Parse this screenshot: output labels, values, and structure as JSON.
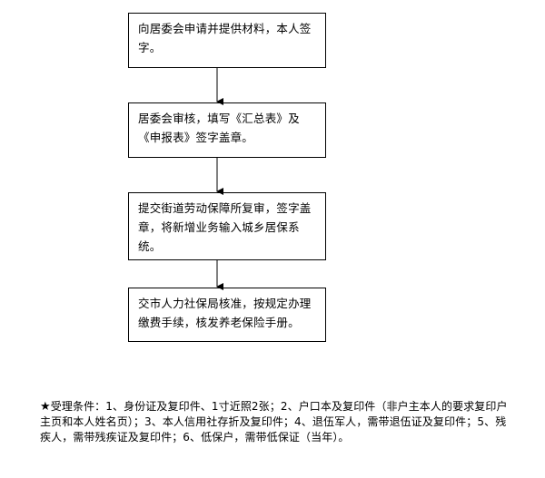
{
  "flowchart": {
    "steps": [
      {
        "text": "向居委会申请并提供材料，本人签字。"
      },
      {
        "text": "居委会审核，填写《汇总表》及《申报表》签字盖章。"
      },
      {
        "text": "提交街道劳动保障所复审，签字盖章，将新增业务输入城乡居保系统。"
      },
      {
        "text": "交市人力社保局核准，按规定办理缴费手续，核发养老保险手册。"
      }
    ]
  },
  "note": {
    "star": "★",
    "text": "受理条件：1、身份证及复印件、1寸近照2张；2、户口本及复印件（非户主本人的要求复印户主页和本人姓名页）；3、本人信用社存折及复印件；4、退伍军人，需带退伍证及复印件；5、残疾人，需带残疾证及复印件；6、低保户，需带低保证（当年）。"
  }
}
